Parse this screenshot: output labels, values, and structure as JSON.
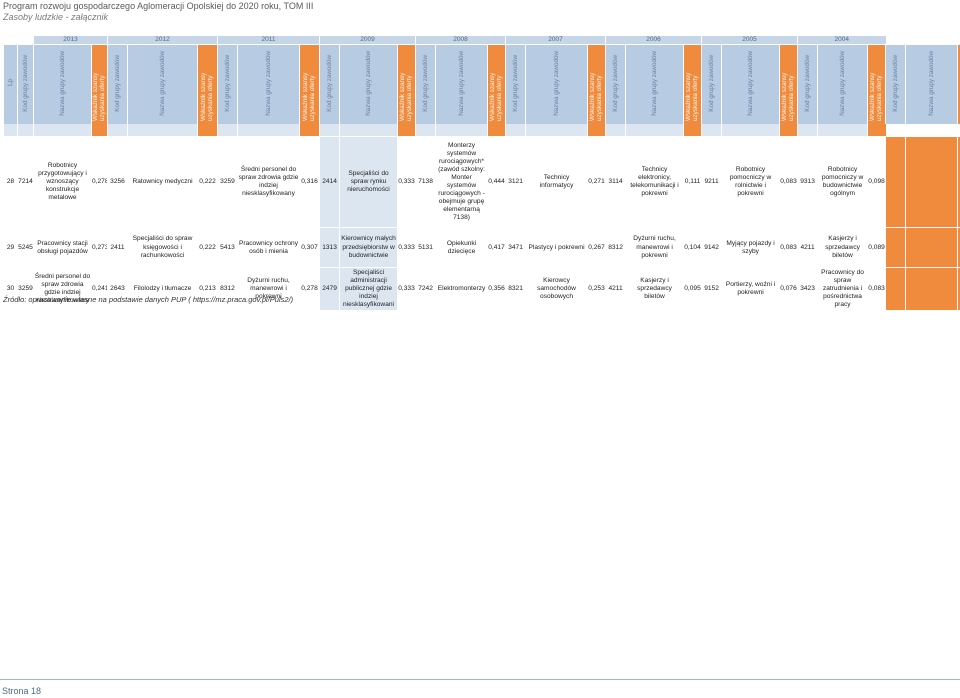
{
  "header": {
    "title": "Program rozwoju gospodarczego Aglomeracji Opolskiej do 2020 roku, TOM III",
    "subtitle": "Zasoby ludzkie - załącznik"
  },
  "table": {
    "years": [
      "2013",
      "2012",
      "2011",
      "2009",
      "2008",
      "2007",
      "2006",
      "2005",
      "2004"
    ],
    "col_headers": {
      "lp": "Lp",
      "code": "Kod grupy zawodów",
      "name": "Nazwa grupy zawodów",
      "index": "Wskaźnik szansy uzyskania oferty"
    },
    "rows": [
      {
        "lp": "28",
        "code": "7214",
        "groups": [
          {
            "name": "Robotnicy przygotowujący i wznoszący konstrukcje metalowe",
            "value": "0,278"
          },
          {
            "code": "3256",
            "name": "Ratownicy medyczni",
            "value": "0,222"
          },
          {
            "code": "3259",
            "name": "Średni personel do spraw zdrowia gdzie indziej niesklasyfikowany",
            "value": "0,316"
          },
          {
            "code": "2414",
            "name": "Specjaliści do spraw rynku nieruchomości",
            "value": "0,333"
          },
          {
            "code": "7138",
            "name": "Monterzy systemów rurociągowych* (zawód szkolny: Monter systemów rurociągowych - obejmuje grupę elementarną 7138)",
            "value": "0,444"
          },
          {
            "code": "3121",
            "name": "Technicy informatycy",
            "value": "0,271"
          },
          {
            "code": "3114",
            "name": "Technicy elektronicy, telekomunikacji i pokrewni",
            "value": "0,111"
          },
          {
            "code": "9211",
            "name": "Robotnicy pomocniczy w rolnictwie i pokrewni",
            "value": "0,083"
          },
          {
            "code": "9313",
            "name": "Robotnicy pomocniczy w budownictwie ogólnym",
            "value": "0,098"
          }
        ]
      },
      {
        "lp": "29",
        "code": "5245",
        "groups": [
          {
            "name": "Pracownicy stacji obsługi pojazdów",
            "value": "0,273"
          },
          {
            "code": "2411",
            "name": "Specjaliści do spraw księgowości i rachunkowości",
            "value": "0,222"
          },
          {
            "code": "5413",
            "name": "Pracownicy ochrony osób i mienia",
            "value": "0,307"
          },
          {
            "code": "1313",
            "name": "Kierownicy małych przedsiębiorstw w budownictwie",
            "value": "0,333"
          },
          {
            "code": "5131",
            "name": "Opiekunki dziecięce",
            "value": "0,417"
          },
          {
            "code": "3471",
            "name": "Plastycy i pokrewni",
            "value": "0,267"
          },
          {
            "code": "8312",
            "name": "Dyżurni ruchu, manewrowi i pokrewni",
            "value": "0,104"
          },
          {
            "code": "9142",
            "name": "Myjący pojazdy i szyby",
            "value": "0,083"
          },
          {
            "code": "4211",
            "name": "Kasjerzy i sprzedawcy biletów",
            "value": "0,089"
          }
        ]
      },
      {
        "lp": "30",
        "code": "3259",
        "groups": [
          {
            "name": "Średni personel do spraw zdrowia gdzie indziej niesklasyfikowany",
            "value": "0,241"
          },
          {
            "code": "2643",
            "name": "Filolodzy i tłumacze",
            "value": "0,213"
          },
          {
            "code": "8312",
            "name": "Dyżurni ruchu, manewrowi i pokrewni",
            "value": "0,278"
          },
          {
            "code": "2479",
            "name": "Specjaliści administracji publicznej gdzie indziej niesklasyfikowani",
            "value": "0,333"
          },
          {
            "code": "7242",
            "name": "Elektromonterzy",
            "value": "0,356"
          },
          {
            "code": "8321",
            "name": "Kierowcy samochodów osobowych",
            "value": "0,253"
          },
          {
            "code": "4211",
            "name": "Kasjerzy i sprzedawcy biletów",
            "value": "0,095"
          },
          {
            "code": "9152",
            "name": "Portierzy, woźni i pokrewni",
            "value": "0,076"
          },
          {
            "code": "3423",
            "name": "Pracownicy do spraw zatrudnienia i pośrednictwa pracy",
            "value": "0,083"
          }
        ]
      }
    ]
  },
  "source": "Źródło: opracowanie własne na podstawie danych PUP ( https://mz.praca.gov.pl/Puls2/)",
  "footer": {
    "page_label": "Strona 18"
  },
  "colors": {
    "header_blue": "#b7cbe2",
    "light_blue": "#dce6f1",
    "index_orange": "#f08a3c",
    "text_blue": "#4a6a8a"
  }
}
